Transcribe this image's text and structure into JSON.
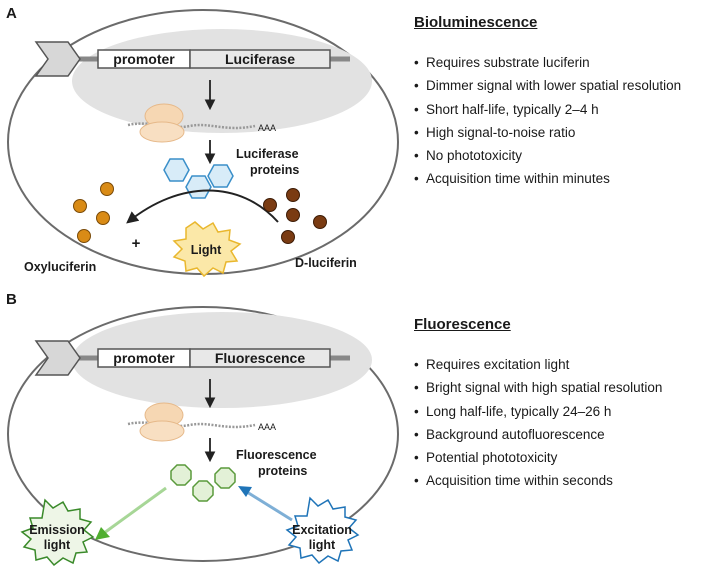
{
  "panel_a": {
    "letter": "A",
    "promoter": "promoter",
    "gene": "Luciferase",
    "rna_tail": "AAA",
    "protein_label_line1": "Luciferase",
    "protein_label_line2": "proteins",
    "plus": "+",
    "light": "Light",
    "product": "Oxyluciferin",
    "substrate": "D-luciferin",
    "side_title": "Bioluminescence",
    "bullets": [
      "Requires substrate luciferin",
      "Dimmer signal with lower spatial resolution",
      "Short half-life, typically 2–4 h",
      "High signal-to-noise ratio",
      "No phototoxicity",
      "Acquisition time within minutes"
    ]
  },
  "panel_b": {
    "letter": "B",
    "promoter": "promoter",
    "gene": "Fluorescence",
    "rna_tail": "AAA",
    "protein_label_line1": "Fluorescence",
    "protein_label_line2": "proteins",
    "emission_line1": "Emission",
    "emission_line2": "light",
    "excitation_line1": "Excitation",
    "excitation_line2": "light",
    "side_title": "Fluorescence",
    "bullets": [
      "Requires excitation light",
      "Bright signal with high spatial resolution",
      "Long half-life, typically 24–26 h",
      "Background autofluorescence",
      "Potential phototoxicity",
      "Acquisition time within seconds"
    ]
  },
  "bullet_char": "•",
  "colors": {
    "cell_outline": "#6b6b6b",
    "nucleus_fill": "#e2e2e2",
    "ribosome": "#f6d7b3",
    "luciferase_protein": "#d8ecf8",
    "luciferase_outline": "#3a8fc9",
    "fluor_protein": "#e3f1d7",
    "fluor_outline": "#5a9a3c",
    "dot_orange": "#d98b16",
    "dot_brown": "#7a3b12",
    "light_burst": "#fbe8a8",
    "light_burst_outline": "#e9b72e",
    "emission_outline": "#3a8a2a",
    "excitation_outline": "#1f74b8",
    "emission_arrow": "#6cbd45",
    "excitation_arrow": "#2a86c8"
  }
}
